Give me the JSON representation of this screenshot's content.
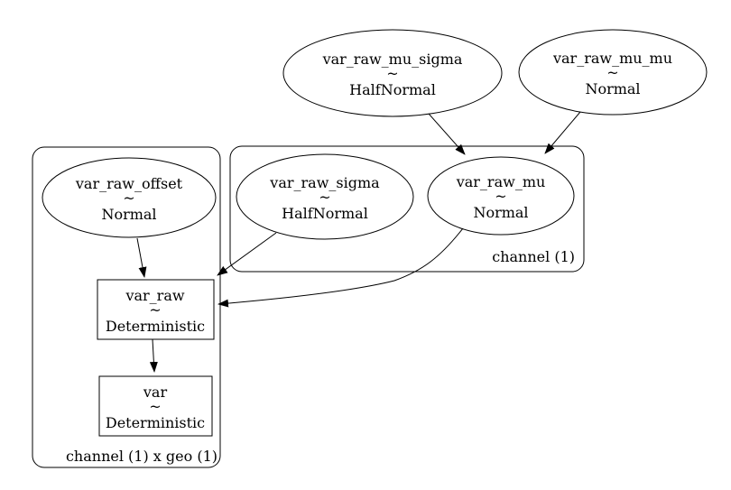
{
  "diagram": {
    "type": "model-graph",
    "colors": {
      "background": "#ffffff",
      "stroke": "#000000",
      "text": "#000000"
    },
    "plates": {
      "channel": {
        "label": "channel (1)"
      },
      "channel_x_geo": {
        "label": "channel (1) x geo (1)"
      }
    },
    "nodes": {
      "var_raw_mu_sigma": {
        "label": "var_raw_mu_sigma",
        "op": "~",
        "dist": "HalfNormal",
        "shape": "ellipse"
      },
      "var_raw_mu_mu": {
        "label": "var_raw_mu_mu",
        "op": "~",
        "dist": "Normal",
        "shape": "ellipse"
      },
      "var_raw_offset": {
        "label": "var_raw_offset",
        "op": "~",
        "dist": "Normal",
        "shape": "ellipse"
      },
      "var_raw_sigma": {
        "label": "var_raw_sigma",
        "op": "~",
        "dist": "HalfNormal",
        "shape": "ellipse"
      },
      "var_raw_mu": {
        "label": "var_raw_mu",
        "op": "~",
        "dist": "Normal",
        "shape": "ellipse"
      },
      "var_raw": {
        "label": "var_raw",
        "op": "~",
        "dist": "Deterministic",
        "shape": "rect"
      },
      "var": {
        "label": "var",
        "op": "~",
        "dist": "Deterministic",
        "shape": "rect"
      }
    },
    "edges": [
      {
        "from": "var_raw_mu_sigma",
        "to": "var_raw_mu"
      },
      {
        "from": "var_raw_mu_mu",
        "to": "var_raw_mu"
      },
      {
        "from": "var_raw_offset",
        "to": "var_raw"
      },
      {
        "from": "var_raw_sigma",
        "to": "var_raw"
      },
      {
        "from": "var_raw_mu",
        "to": "var_raw"
      },
      {
        "from": "var_raw",
        "to": "var"
      }
    ]
  }
}
